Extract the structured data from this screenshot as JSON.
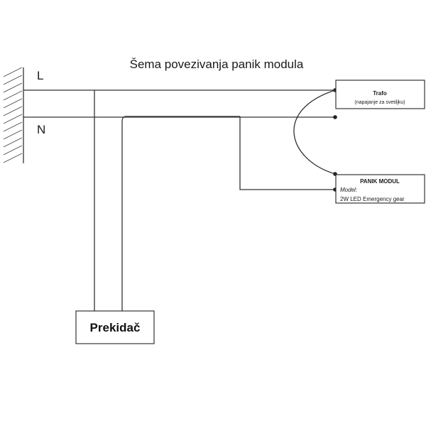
{
  "title": "Šema povezivanja panik modula",
  "rails": {
    "line": "L",
    "neutral": "N"
  },
  "trafo": {
    "title": "Trafo",
    "subtitle": "(napajanje za svetiljku)"
  },
  "panik_modul": {
    "title": "PANIK MODUL",
    "model_label": "Model:",
    "model_value": "2W LED Emergency gear"
  },
  "switch": {
    "label": "Prekidač"
  }
}
